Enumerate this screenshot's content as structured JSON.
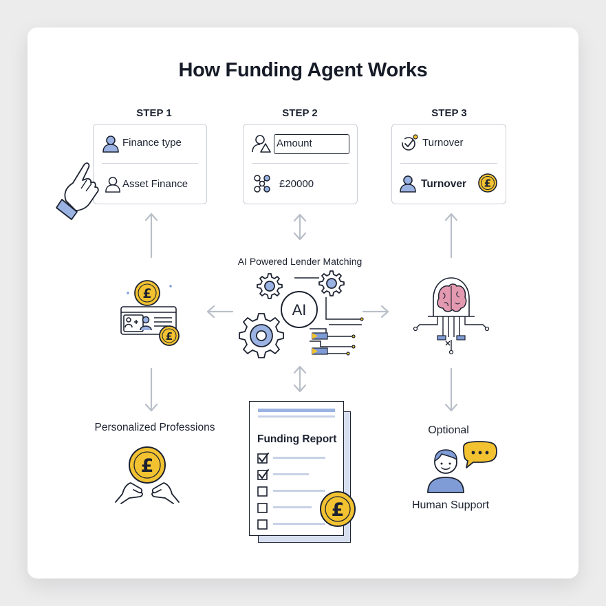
{
  "title": "How Funding Agent Works",
  "steps": [
    {
      "label": "STEP 1",
      "row1": "Finance type",
      "row2": "Asset Finance"
    },
    {
      "label": "STEP 2",
      "row1": "Amount",
      "row2": "£20000"
    },
    {
      "label": "STEP 3",
      "row1": "Turnover",
      "row2": "Turnover"
    }
  ],
  "center_label": "AI Powered Lender Matching",
  "ai_badge": "AI",
  "left_label": "Personalized Professions",
  "report_title": "Funding Report",
  "right_top_label": "Optional",
  "right_bottom_label": "Human Support",
  "currency_symbol": "£",
  "checklist": [
    true,
    true,
    false,
    false,
    false
  ],
  "colors": {
    "accent_blue": "#7f9cd6",
    "coin_gold": "#f2c230",
    "stroke": "#1c2230",
    "arrow": "#b9bfc8",
    "brain_pink": "#e39ab0"
  }
}
